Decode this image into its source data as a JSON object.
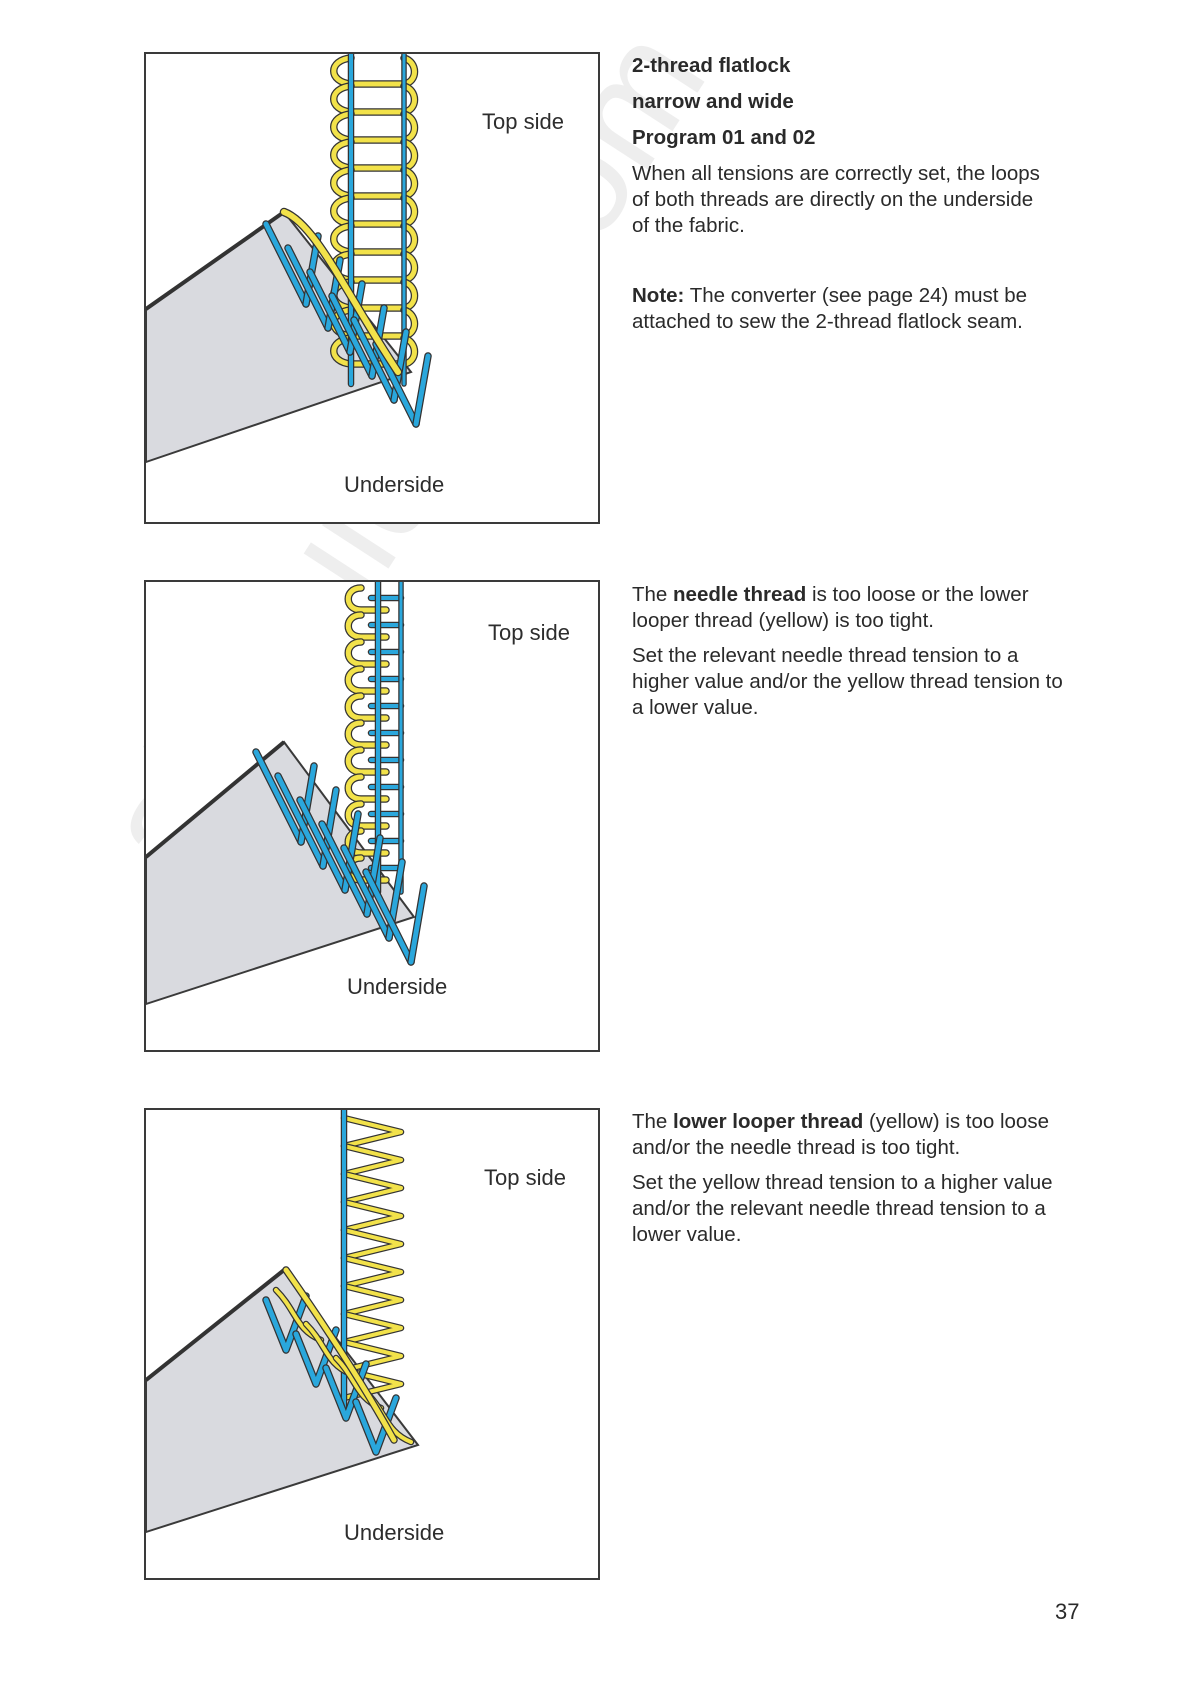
{
  "figures": [
    {
      "top_label": "Top side",
      "bottom_label": "Underside"
    },
    {
      "top_label": "Top side",
      "bottom_label": "Underside"
    },
    {
      "top_label": "Top side",
      "bottom_label": "Underside"
    }
  ],
  "section1": {
    "heading_1": "2-thread flatlock",
    "heading_2": "narrow and wide",
    "heading_3": "Program 01 and 02",
    "paragraph": "When all tensions are correctly set, the loops of both threads are directly on the underside of the fabric.",
    "note_label": "Note:",
    "note_text": " The converter (see page 24) must be attached to sew the 2-thread flatlock seam."
  },
  "section2": {
    "p1_pre": "The ",
    "p1_bold": "needle thread",
    "p1_post": " is too loose or the lower looper thread (yellow) is too tight.",
    "p2": "Set the relevant needle thread tension to a higher value and/or the yellow thread tension to a lower value."
  },
  "section3": {
    "p1_pre": "The ",
    "p1_bold": "lower looper thread",
    "p1_post": " (yellow) is too loose and/or the needle thread is too tight.",
    "p2": "Set the yellow thread tension to a higher value and/or the relevant needle thread tension to a lower value."
  },
  "watermark": "all-guides.com",
  "page_number": "37",
  "colors": {
    "needle_thread": "#2aa7dc",
    "looper_thread": "#f2e24a",
    "fabric": "#d9dadf"
  }
}
